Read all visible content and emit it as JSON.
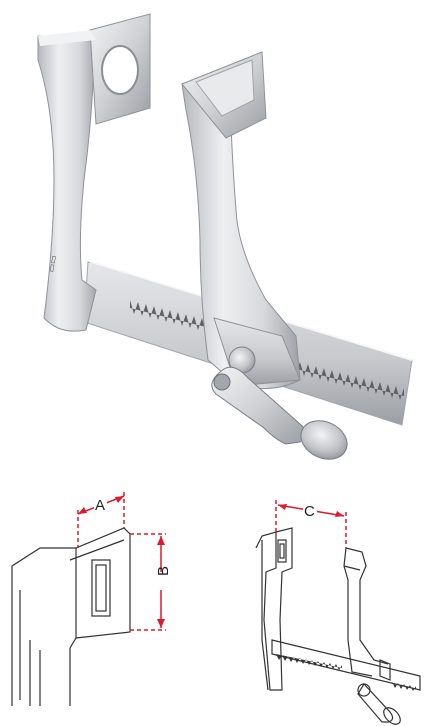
{
  "labels": {
    "dimension_a": "A",
    "dimension_b": "B",
    "dimension_c": "C"
  },
  "icons": {
    "product_photo": "rib-spreader-retractor-photo",
    "detail_drawing": "blade-dimension-drawing",
    "overview_drawing": "retractor-width-drawing"
  },
  "colors": {
    "background": "#ffffff",
    "steel_light": "#e9eaec",
    "steel_mid": "#c9cbcf",
    "steel_dark": "#8d9096",
    "dimension_red": "#e0192b",
    "line_art": "#333333"
  }
}
